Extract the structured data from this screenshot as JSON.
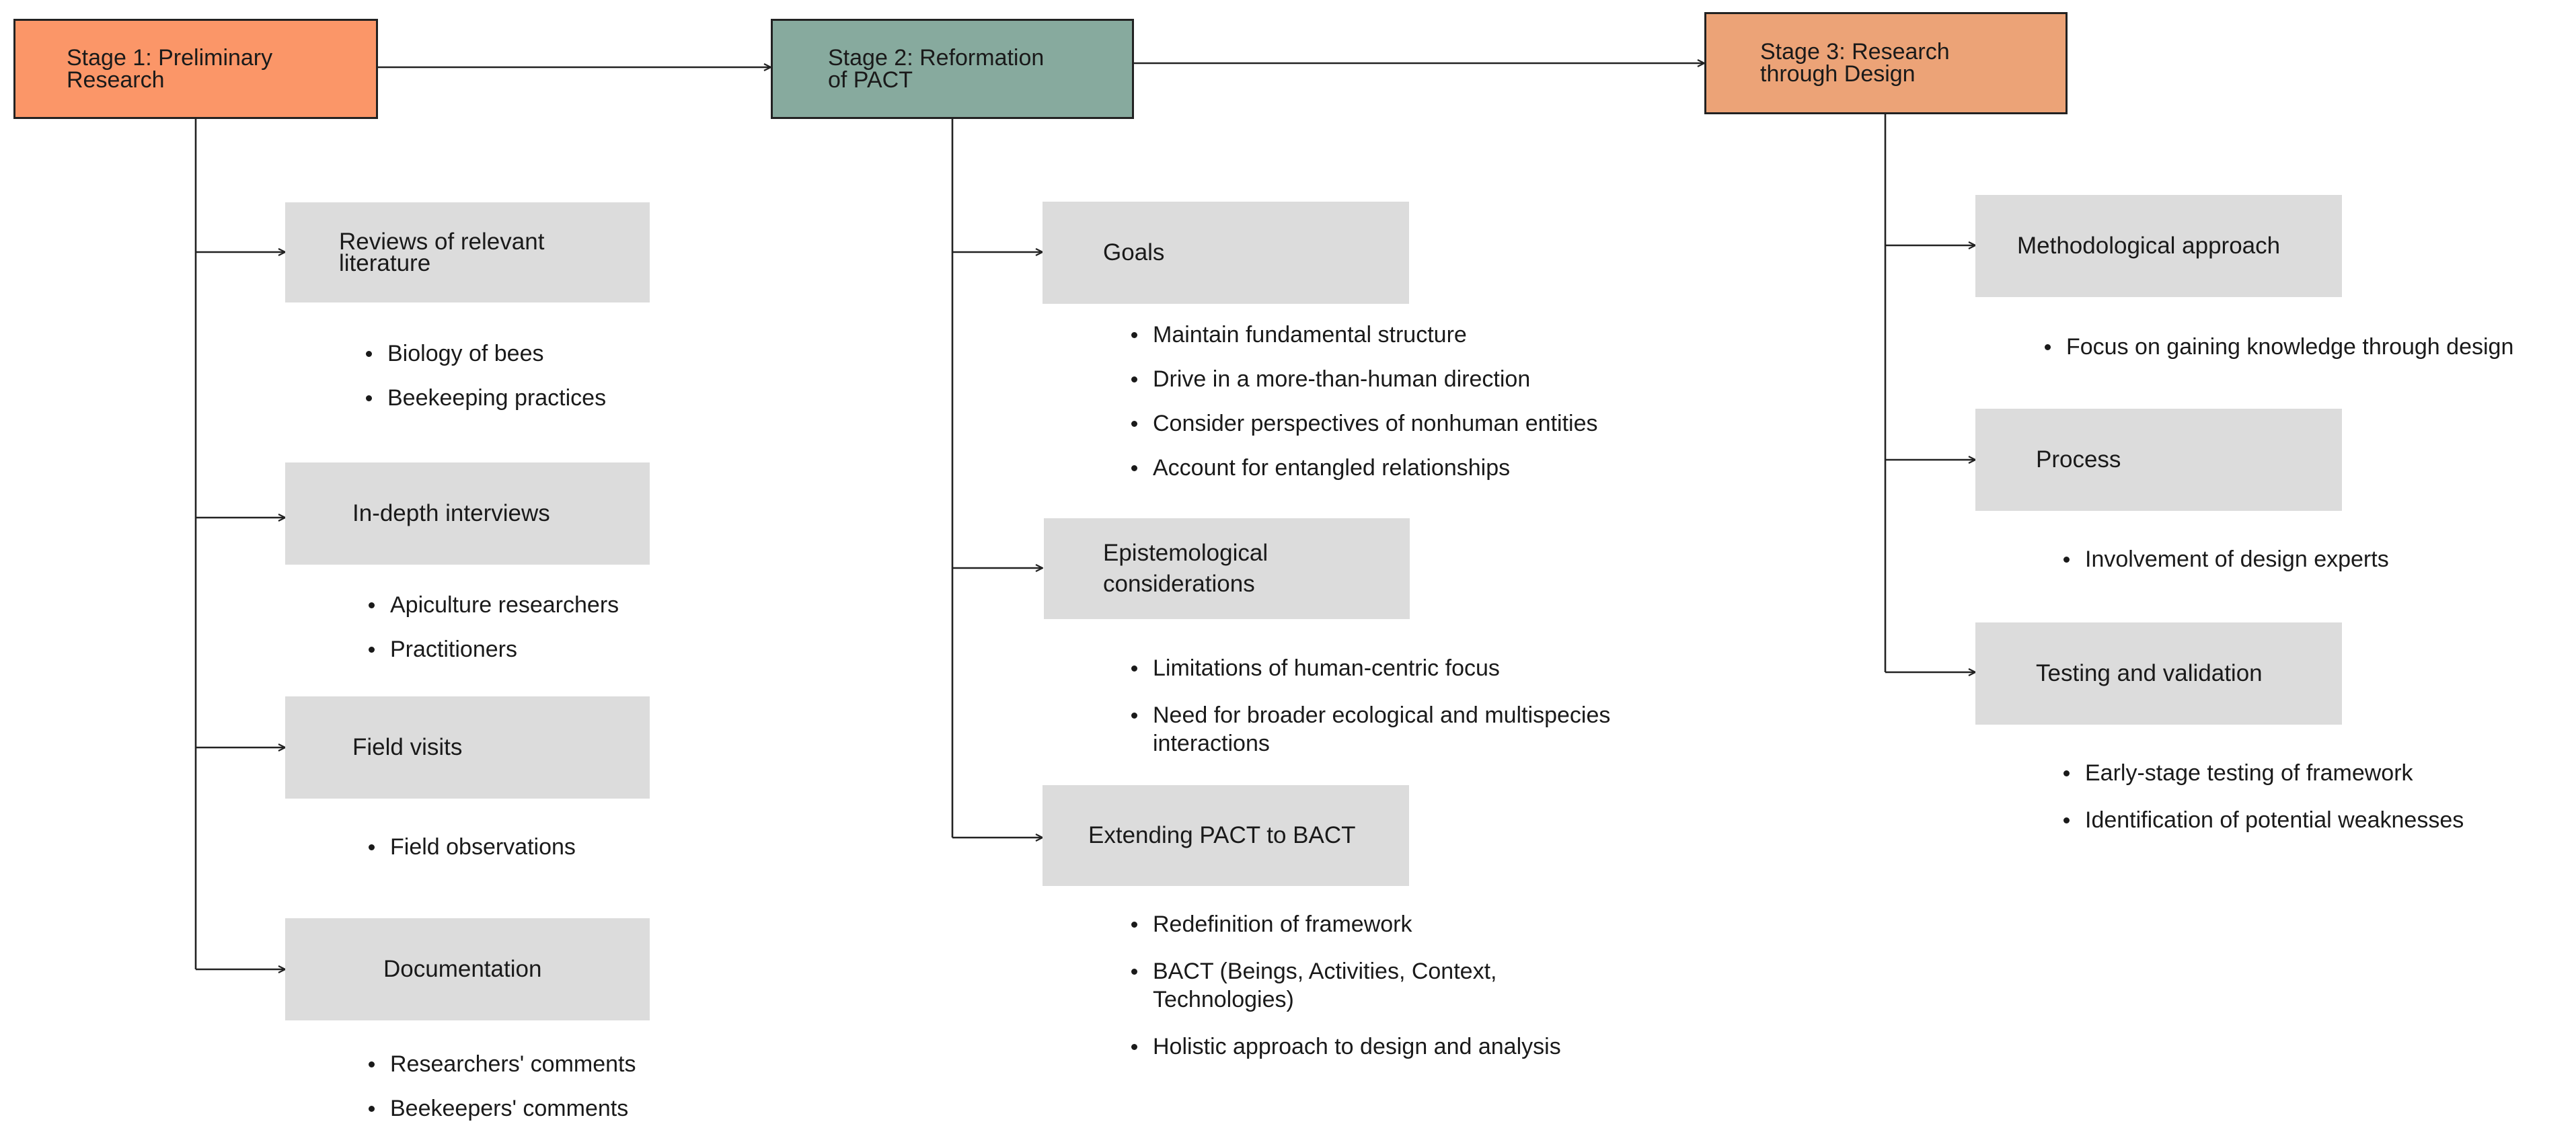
{
  "colors": {
    "stage1_fill": "#fb9668",
    "stage2_fill": "#87aa9e",
    "stage3_fill": "#eca377",
    "item_fill": "#dcdcdc",
    "line": "#222222"
  },
  "stages": [
    {
      "title": "Stage 1: Preliminary\nResearch",
      "items": [
        {
          "title": "Reviews of relevant\nliterature",
          "bullets": [
            "Biology of bees",
            "Beekeeping practices"
          ]
        },
        {
          "title": "In-depth interviews",
          "bullets": [
            "Apiculture researchers",
            "Practitioners"
          ]
        },
        {
          "title": "Field visits",
          "bullets": [
            "Field observations"
          ]
        },
        {
          "title": "Documentation",
          "bullets": [
            "Researchers' comments",
            "Beekeepers' comments"
          ]
        }
      ]
    },
    {
      "title": "Stage 2: Reformation\nof PACT",
      "items": [
        {
          "title": "Goals",
          "bullets": [
            "Maintain fundamental structure",
            "Drive in a more-than-human direction",
            "Consider perspectives of nonhuman entities",
            "Account for entangled relationships"
          ]
        },
        {
          "title": "Epistemological\nconsiderations",
          "bullets": [
            "Limitations of human-centric focus",
            "Need for broader ecological and multispecies interactions"
          ]
        },
        {
          "title": "Extending PACT to BACT",
          "bullets": [
            "Redefinition of framework",
            "BACT (Beings, Activities, Context, Technologies)",
            "Holistic approach to design and analysis"
          ]
        }
      ]
    },
    {
      "title": "Stage 3: Research\nthrough Design",
      "items": [
        {
          "title": "Methodological approach",
          "bullets": [
            "Focus on gaining knowledge through design"
          ]
        },
        {
          "title": "Process",
          "bullets": [
            "Involvement of design experts"
          ]
        },
        {
          "title": "Testing and validation",
          "bullets": [
            "Early-stage testing of framework",
            "Identification of potential weaknesses"
          ]
        }
      ]
    }
  ]
}
